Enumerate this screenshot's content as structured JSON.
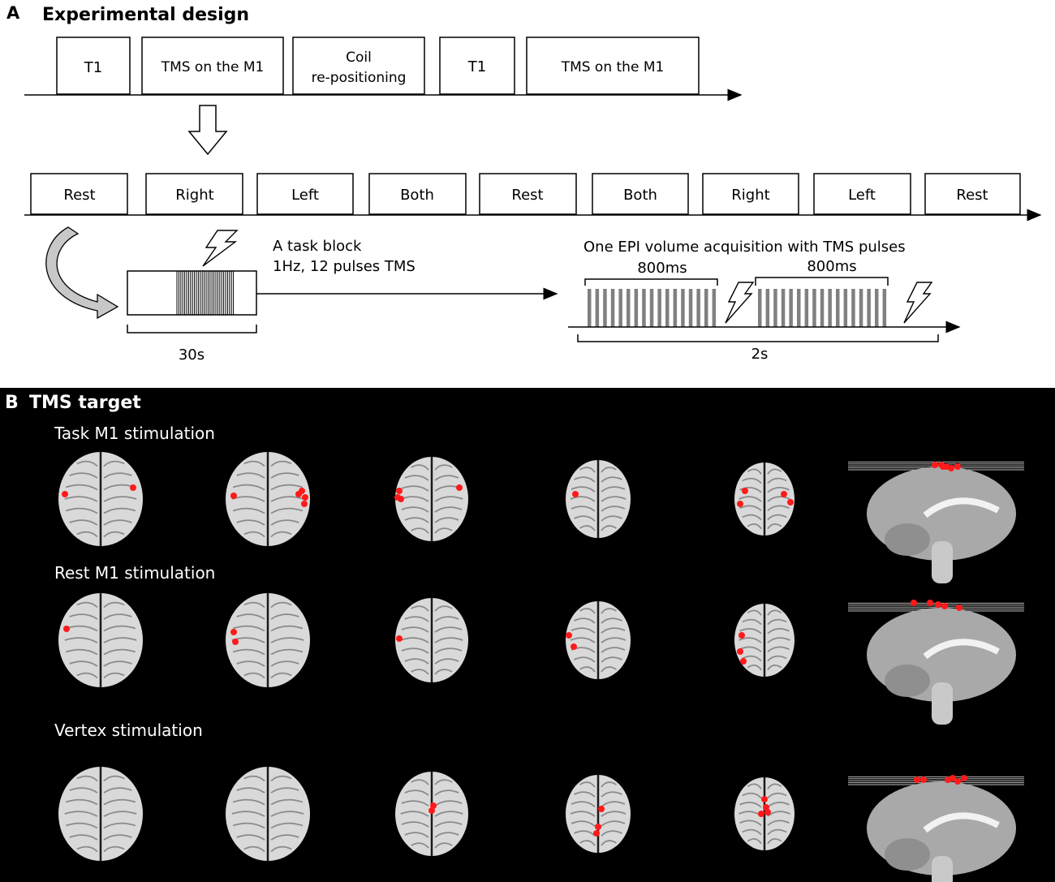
{
  "panel_a": {
    "letter": "A",
    "title": "Experimental design",
    "session_blocks": [
      "T1",
      "TMS on the M1",
      "Coil",
      "re-positioning",
      "T1",
      "TMS on the M1"
    ],
    "task_blocks": [
      "Rest",
      "Right",
      "Left",
      "Both",
      "Rest",
      "Both",
      "Right",
      "Left",
      "Rest"
    ],
    "task_block_label_1": "A task block",
    "task_block_label_2": "1Hz, 12 pulses TMS",
    "block_duration": "30s",
    "epi_label": "One EPI volume acquisition with TMS pulses",
    "epi_window_1": "800ms",
    "epi_window_2": "800ms",
    "tr_duration": "2s"
  },
  "panel_b": {
    "letter": "B",
    "title": "TMS target",
    "rows": [
      {
        "label": "Task M1 stimulation"
      },
      {
        "label": "Rest M1 stimulation"
      },
      {
        "label": "Vertex stimulation"
      }
    ],
    "colors": {
      "target_marker": "#ff1a1a",
      "background": "#000000",
      "brain": "#d9d9d9"
    }
  }
}
